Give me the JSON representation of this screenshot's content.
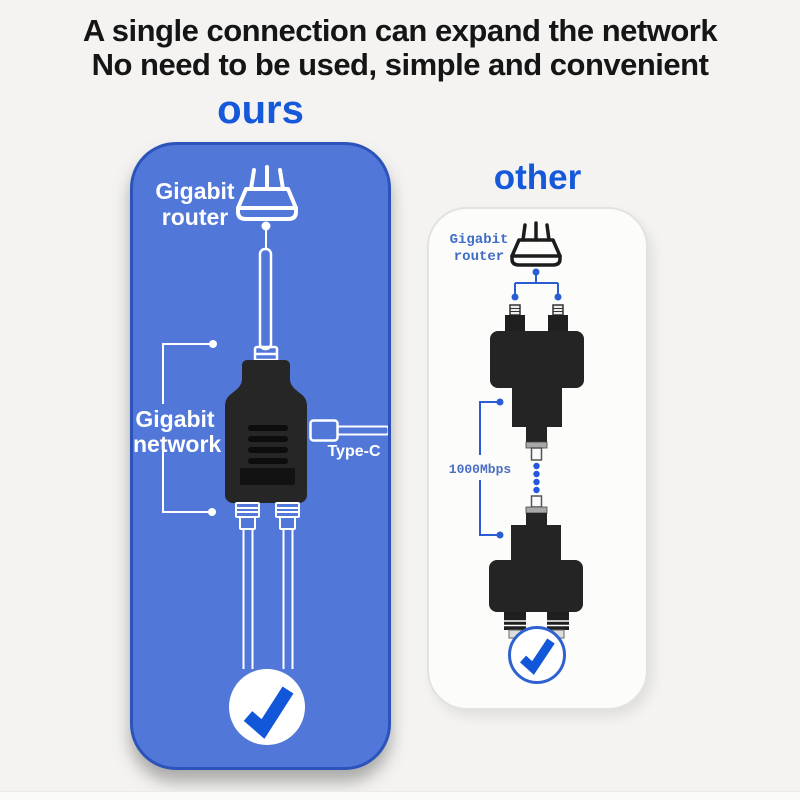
{
  "header": {
    "line1": "A single connection can expand the network",
    "line2": "No need to be used, simple and convenient"
  },
  "ours_panel": {
    "title": "ours",
    "router_label": "Gigabit router",
    "network_label": "Gigabit network",
    "typec_label": "Type-C"
  },
  "other_panel": {
    "title": "other",
    "router_label": "Gigabit router",
    "speed_label": "1000Mbps"
  },
  "icons": {
    "check": "✓",
    "router": "wifi-router",
    "adapter": "rj45-splitter-adapter"
  },
  "colors": {
    "background": "#f4f3f1",
    "headline_text": "#151515",
    "accent_blue": "#1558da",
    "panel_blue_fill": "#5177d8",
    "panel_blue_border": "#2b53bb",
    "other_panel_fill": "#fcfcfb",
    "other_panel_border": "#e2e2e0",
    "line_blue": "#2a5cd4",
    "check_blue": "#1256d9",
    "adapter_black": "#242424",
    "white": "#ffffff"
  }
}
